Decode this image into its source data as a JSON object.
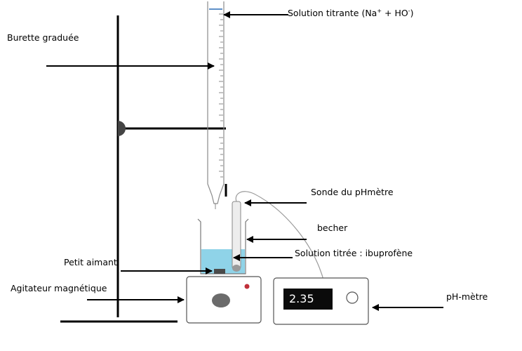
{
  "labels": {
    "burette": "Burette graduée",
    "titrant_prefix": "Solution titrante (Na",
    "titrant_sup1": "+",
    "titrant_mid": " + HO",
    "titrant_sup2": "-",
    "titrant_suffix": ")",
    "probe": "Sonde du pHmètre",
    "beaker": "becher",
    "titrated": "Solution titrée : ibuprofène",
    "magnet": "Petit aimant",
    "stirrer": "Agitateur magnétique",
    "phmeter": "pH-mètre"
  },
  "phmeter": {
    "reading": "2.35"
  },
  "colors": {
    "liquid": "#8fd3e8",
    "knob": "#6b6b6b",
    "led": "#c0303a",
    "display": "#0b0b0b"
  }
}
